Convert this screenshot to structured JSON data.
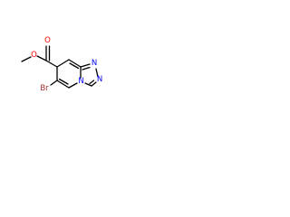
{
  "structure": {
    "atoms": {
      "ester_o_single": {
        "symbol": "O",
        "color": "#ff0000"
      },
      "ester_o_double": {
        "symbol": "O",
        "color": "#ff0000"
      },
      "bromine": {
        "symbol": "Br",
        "color": "#a52a2a"
      },
      "triazole_n1": {
        "symbol": "N",
        "color": "#0000ff"
      },
      "triazole_n2": {
        "symbol": "N",
        "color": "#0000ff"
      },
      "bridgehead_n": {
        "symbol": "N",
        "color": "#0000ff"
      }
    },
    "bond_color": "#000000"
  }
}
